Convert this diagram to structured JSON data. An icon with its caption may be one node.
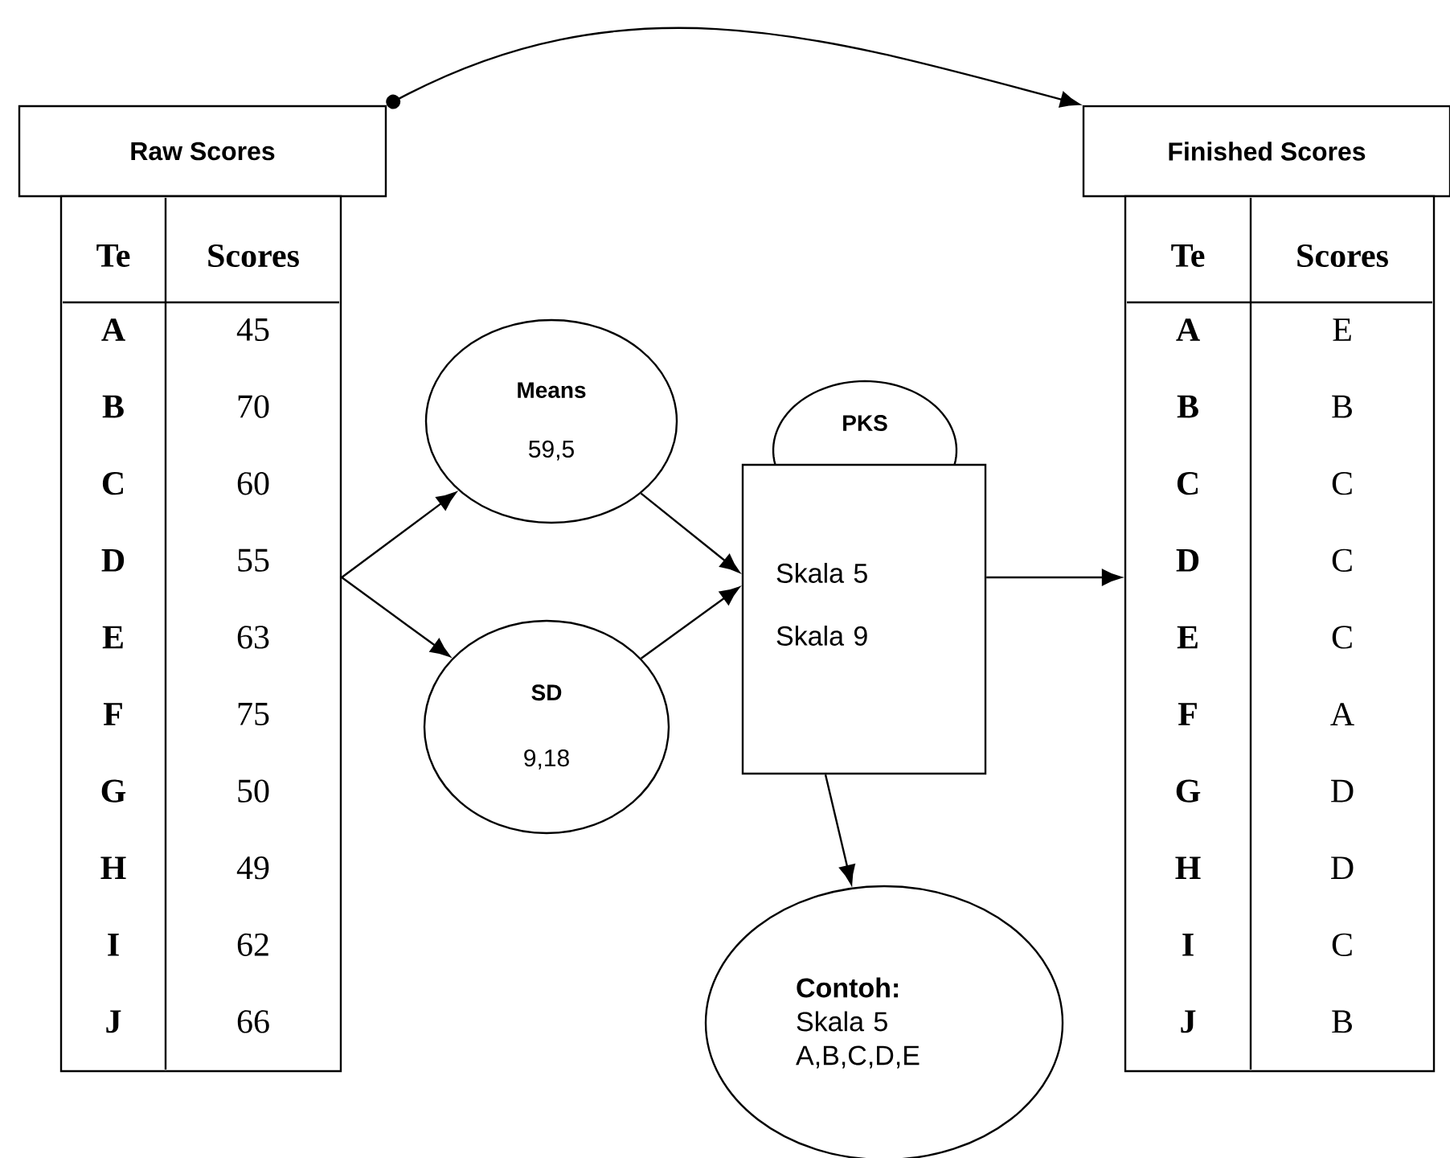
{
  "diagram": {
    "nodes": [
      {
        "text": [
          "Raw Scores"
        ]
      },
      {
        "text": [],
        "shape": "box"
      },
      {
        "text": [
          "Means",
          "59,5"
        ]
      },
      {
        "text": [
          "SD",
          "9,18"
        ]
      },
      {
        "text": [
          "PKS"
        ]
      },
      {
        "text": [
          "Skala 5",
          "Skala 9"
        ]
      },
      {
        "text": [
          "Contoh:",
          "Skala 5 A,B,C,D,E"
        ]
      },
      {
        "text": [
          "Finished Scores"
        ]
      },
      {
        "text": [],
        "shape": "box"
      }
    ],
    "edges": [
      {
        "from": 0,
        "to": 7,
        "arrow": "to"
      },
      {
        "from": 1,
        "to": 2,
        "arrow": "to"
      },
      {
        "from": 1,
        "to": 3,
        "arrow": "to"
      },
      {
        "from": 2,
        "to": 5,
        "arrow": "to"
      },
      {
        "from": 3,
        "to": 5,
        "arrow": "to"
      },
      {
        "from": 5,
        "to": 8,
        "arrow": "to"
      },
      {
        "from": 5,
        "to": 6,
        "arrow": "to"
      }
    ],
    "labels": [
      "Te",
      "Scores",
      "A",
      "45",
      "B",
      "70",
      "C",
      "60",
      "D",
      "55",
      "E",
      "63",
      "F",
      "75",
      "G",
      "50",
      "H",
      "49",
      "I",
      "62",
      "J",
      "66",
      "Te",
      "Scores",
      "A",
      "E",
      "B",
      "B",
      "C",
      "C",
      "D",
      "C",
      "E",
      "C",
      "F",
      "A",
      "G",
      "D",
      "H",
      "D",
      "I",
      "C",
      "J",
      "B"
    ]
  }
}
